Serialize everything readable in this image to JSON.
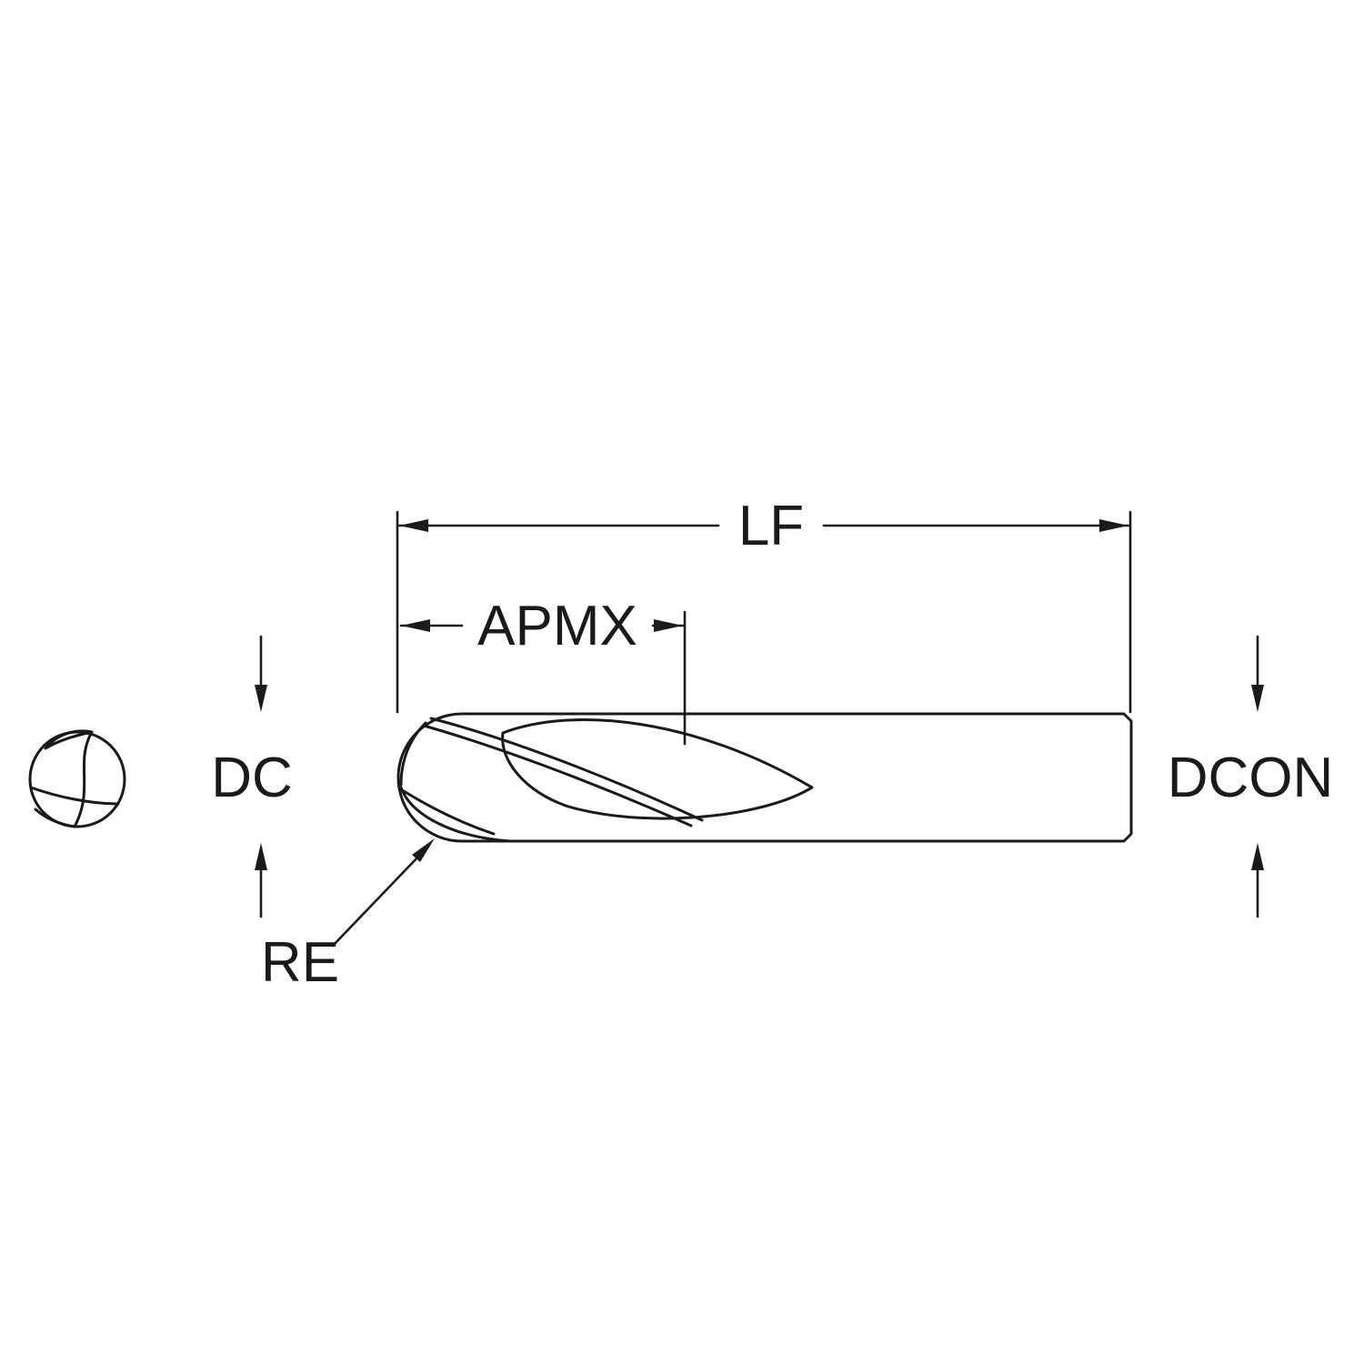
{
  "diagram": {
    "type": "end-mill-dimension-drawing",
    "labels": {
      "overall_length": "LF",
      "depth_of_cut_max": "APMX",
      "cutting_diameter": "DC",
      "connection_diameter": "DCON",
      "corner_radius": "RE"
    },
    "colors": {
      "line": "#1a1a1a",
      "background": "#ffffff"
    }
  }
}
